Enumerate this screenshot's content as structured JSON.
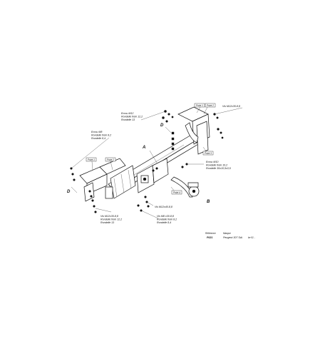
{
  "callouts": {
    "bracket_top": [
      "Ecrou M12",
      "Rondelle frein 12,2",
      "Rondelle 13"
    ],
    "bracket_left": [
      "Ecrou M8",
      "Rondelle frein 8,2",
      "Rondelle 8,4"
    ],
    "top_right": "Vis M12x35-8,8",
    "right_mid": [
      "Ecrou M10",
      "Rondelle frein 10,2",
      "Rondelle 30x10,5x3,5"
    ],
    "bottom_left": [
      "Vis M12x35-8,8",
      "Rondelle frein 12,2",
      "Rondelle 13"
    ],
    "bottom_mid1": "Vis M12x40-8,8",
    "bottom_mid2": [
      "Vis M8 x30-8,8",
      "Rondelle frein 8,2",
      "Rondelle 8,4"
    ]
  },
  "points": {
    "p1_top": "Point 1",
    "p2_top": "Point 2",
    "p3": "Point 3",
    "p4": "Point 4",
    "p1_left": "Point 1",
    "p2_left": "Point 2"
  },
  "view_letters": {
    "d_top": "D",
    "d_left": "D",
    "a": "A",
    "b": "B"
  },
  "title_block": {
    "ref_label": "Référence",
    "ref_value": "P021",
    "brand_label": "Marque",
    "model": "Peugeot 307 Sdi.",
    "date": "ke 01 -"
  }
}
